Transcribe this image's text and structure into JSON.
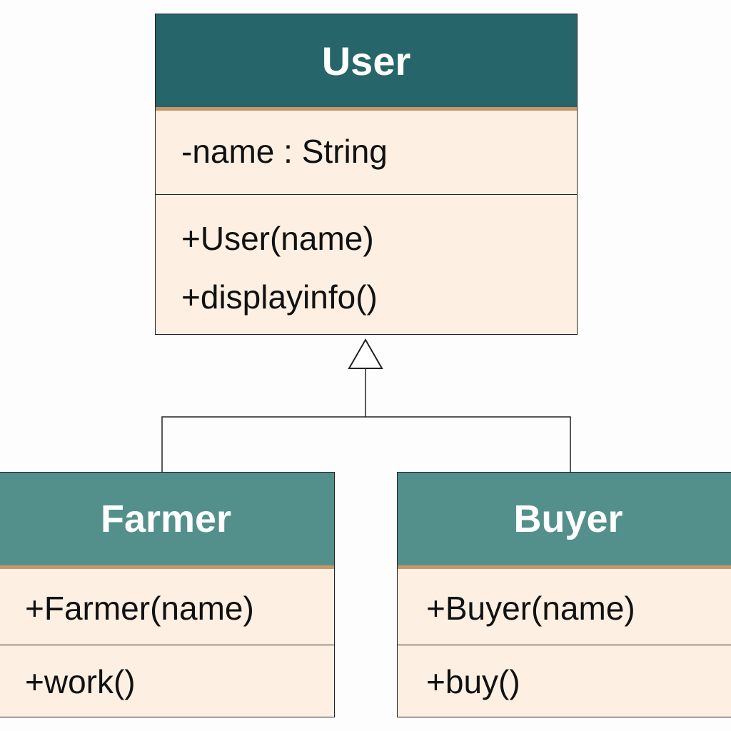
{
  "user": {
    "name": "User",
    "attributes": [
      "-name : String"
    ],
    "methods": [
      "+User(name)",
      "+displayinfo()"
    ]
  },
  "farmer": {
    "name": "Farmer",
    "constructor": "+Farmer(name)",
    "method": "+work()"
  },
  "buyer": {
    "name": "Buyer",
    "constructor": "+Buyer(name)",
    "method": "+buy()"
  },
  "colors": {
    "parent_header": "#26656a",
    "child_header": "#53908c",
    "header_rule": "#c9966a",
    "body_fill": "#fdf0e3",
    "border": "#222222"
  },
  "relationship": "generalization"
}
